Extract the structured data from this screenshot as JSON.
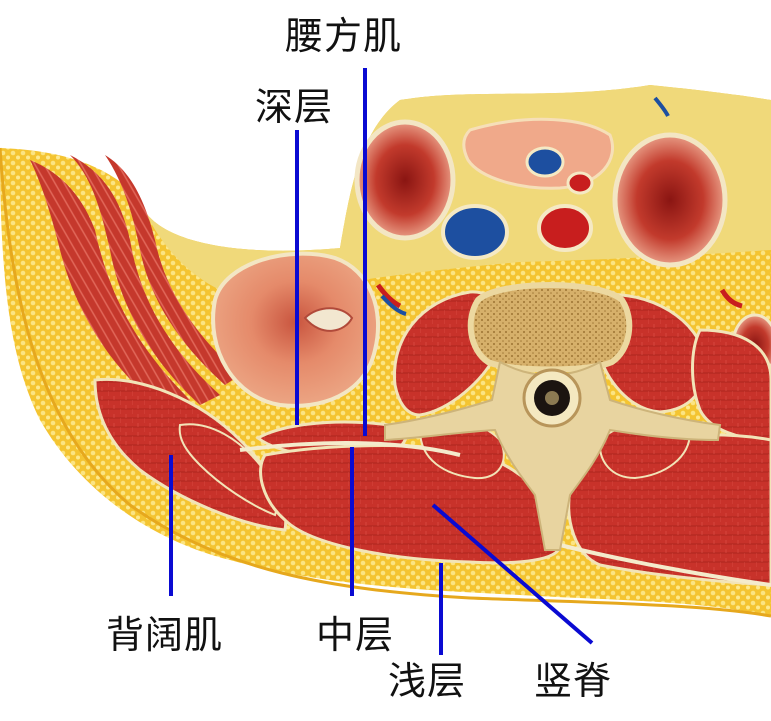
{
  "labels": {
    "quadratus_lumborum": "腰方肌",
    "deep_layer": "深层",
    "latissimus_dorsi": "背阔肌",
    "middle_layer": "中层",
    "superficial_layer": "浅层",
    "erector_spinae": "竖脊"
  },
  "colors": {
    "fat": "#f6c93a",
    "fat_light": "#fbe27a",
    "muscle": "#c8302a",
    "muscle_dark": "#8e1b16",
    "fascia": "#f3e9c6",
    "bone": "#e9d6a0",
    "bone_marrow": "#c9a058",
    "kidney": "#e58c6c",
    "vein": "#1d4fa0",
    "artery": "#c81e1e",
    "pointer_line": "#0a0ad2",
    "background": "#ffffff"
  }
}
